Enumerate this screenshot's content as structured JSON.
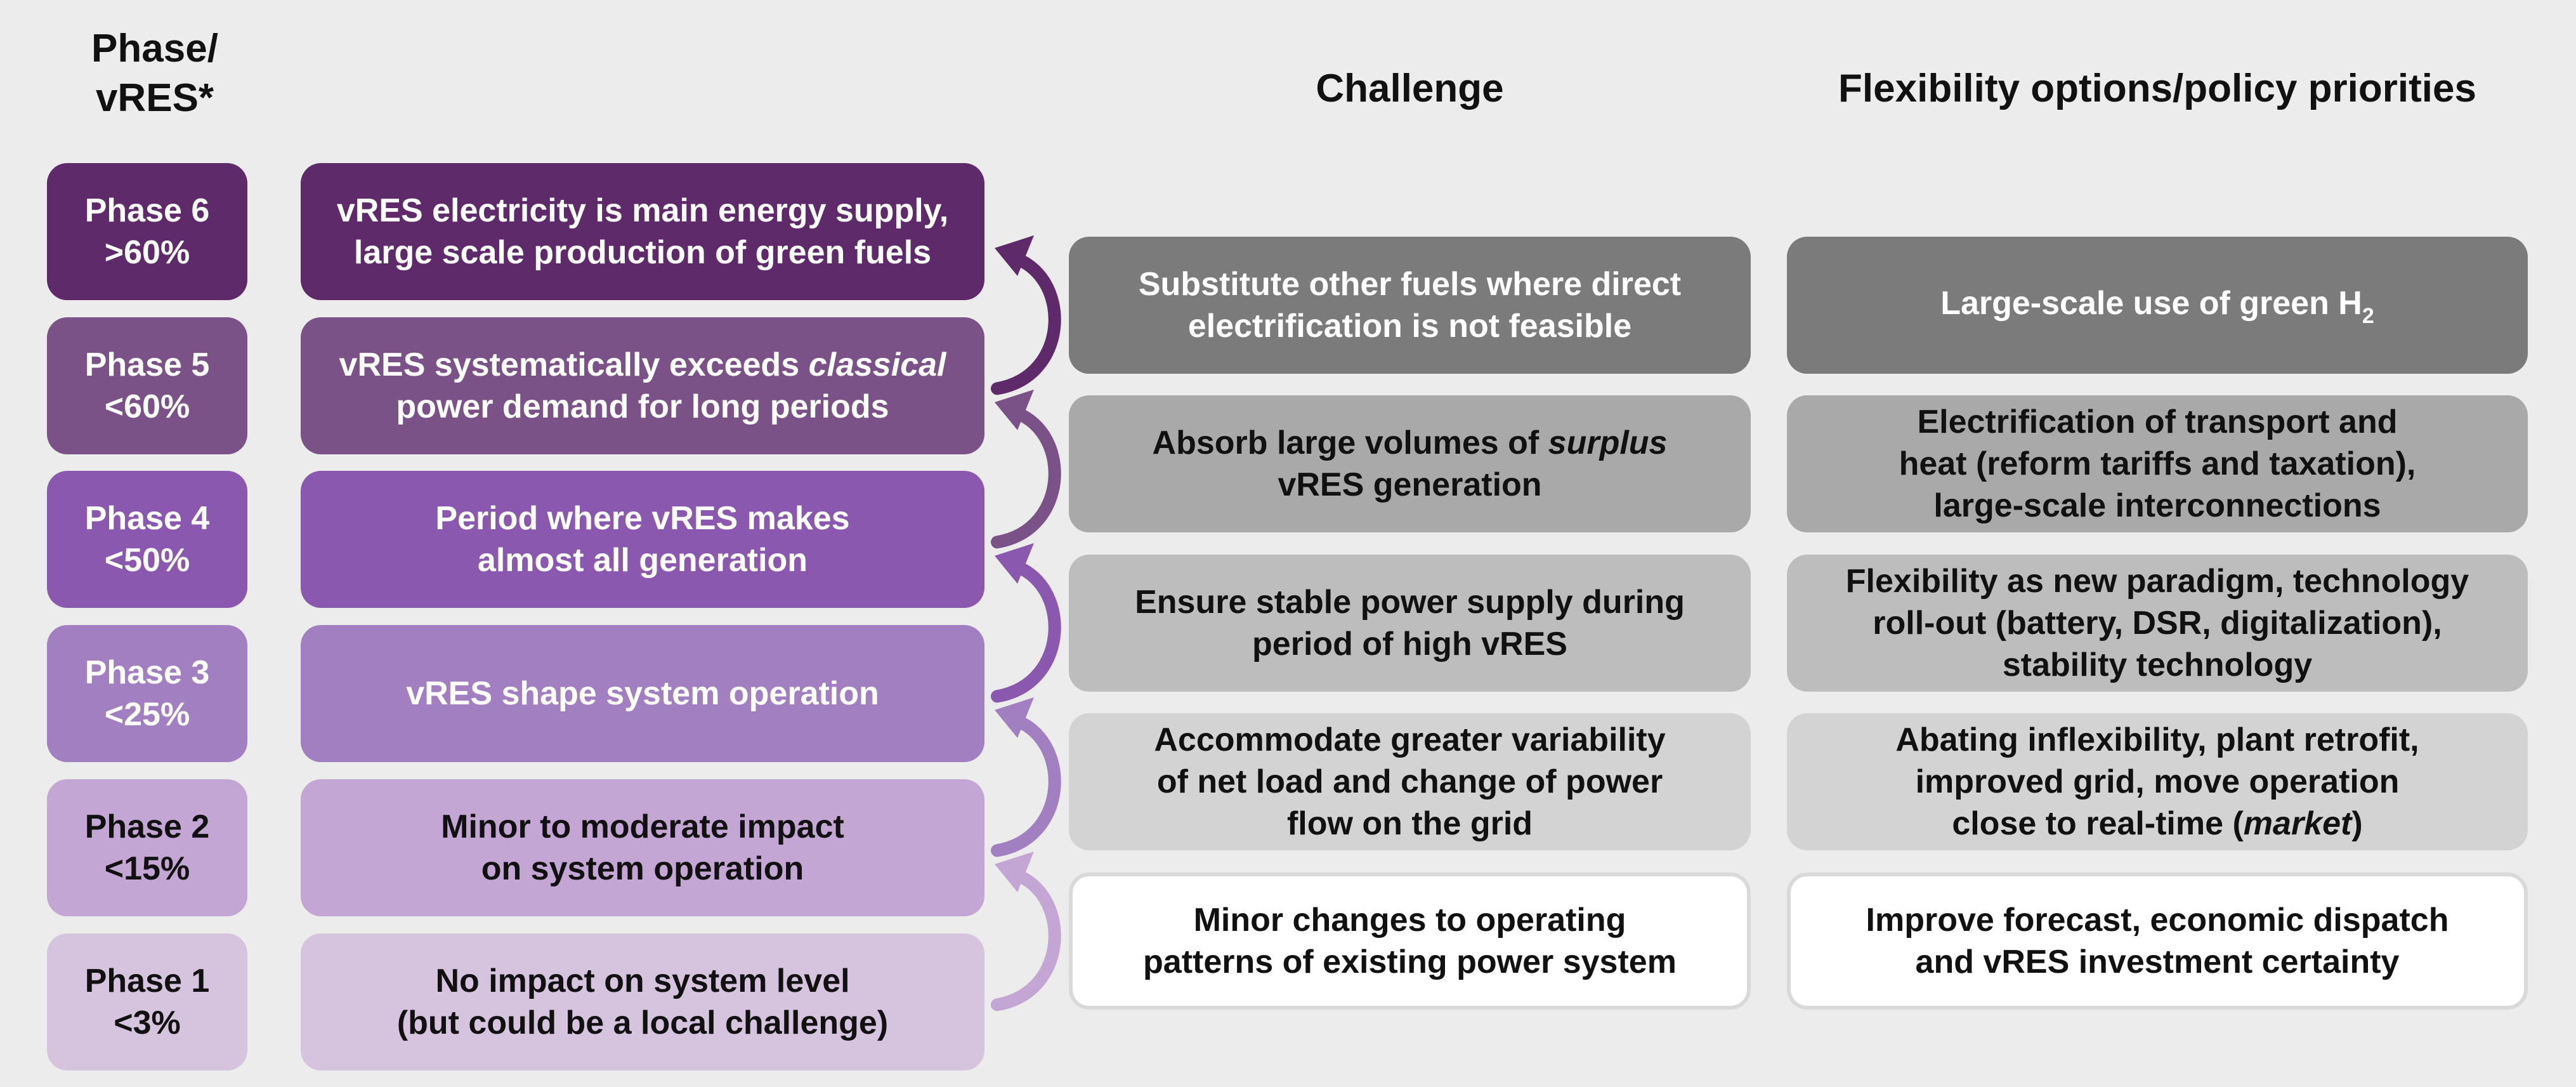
{
  "headers": {
    "phase": "Phase/\nvRES*",
    "challenge": "Challenge",
    "flexibility": "Flexibility options/policy priorities"
  },
  "phases": [
    {
      "label": "Phase 6\n>60%",
      "color": "#5e2a6a",
      "text_color": "#ffffff"
    },
    {
      "label": "Phase 5\n<60%",
      "color": "#7a5287",
      "text_color": "#ffffff"
    },
    {
      "label": "Phase 4\n<50%",
      "color": "#8b58b0",
      "text_color": "#ffffff"
    },
    {
      "label": "Phase 3\n<25%",
      "color": "#a17fc0",
      "text_color": "#ffffff"
    },
    {
      "label": "Phase 2\n<15%",
      "color": "#c4a6d4",
      "text_color": "#111111"
    },
    {
      "label": "Phase 1\n<3%",
      "color": "#d6c4df",
      "text_color": "#111111"
    }
  ],
  "descriptions": [
    {
      "line1": "vRES electricity is main energy supply,",
      "line2": "large scale production of green fuels"
    },
    {
      "line1_pre": "vRES systematically exceeds ",
      "line1_em": "classical",
      "line2": "power demand for long periods"
    },
    {
      "line1": "Period where vRES makes",
      "line2": "almost all generation"
    },
    {
      "line1": "vRES shape system operation",
      "line2": ""
    },
    {
      "line1": "Minor to moderate impact",
      "line2": "on system operation"
    },
    {
      "line1": "No impact on system level",
      "line2": "(but could be a local challenge)"
    }
  ],
  "challenges": [
    {
      "line1": "Substitute other fuels where direct",
      "line2": "electrification is not feasible",
      "color": "#7b7b7b",
      "text_color": "#ffffff"
    },
    {
      "line1_pre": "Absorb large volumes of ",
      "line1_em": "surplus",
      "line2": "vRES generation",
      "color": "#a9a9a9",
      "text_color": "#111111"
    },
    {
      "line1": "Ensure stable power supply during",
      "line2": "period of high vRES",
      "color": "#bdbdbd",
      "text_color": "#111111"
    },
    {
      "line1": "Accommodate greater variability",
      "line2": "of net load and change of power",
      "line3": "flow on the grid",
      "color": "#d3d3d3",
      "text_color": "#111111"
    },
    {
      "line1": "Minor changes to operating",
      "line2": "patterns of existing power system",
      "color": "#ffffff",
      "text_color": "#111111"
    }
  ],
  "flexibility": [
    {
      "pre": "Large-scale use of green H",
      "sub": "2",
      "color": "#7b7b7b",
      "text_color": "#ffffff"
    },
    {
      "line1": "Electrification of transport and",
      "line2": "heat (reform tariffs and taxation),",
      "line3": "large-scale interconnections",
      "color": "#a9a9a9",
      "text_color": "#111111"
    },
    {
      "line1": "Flexibility as new paradigm, technology",
      "line2": "roll-out (battery, DSR, digitalization),",
      "line3": "stability technology",
      "color": "#bdbdbd",
      "text_color": "#111111"
    },
    {
      "line1": "Abating inflexibility, plant retrofit,",
      "line2": "improved grid, move operation",
      "line3_pre": "close to real-time (",
      "line3_em": "market",
      "line3_post": ")",
      "color": "#d3d3d3",
      "text_color": "#111111"
    },
    {
      "line1": "Improve forecast, economic dispatch",
      "line2": "and vRES investment certainty",
      "color": "#ffffff",
      "text_color": "#111111"
    }
  ],
  "arrow_colors": [
    "#5e2a6a",
    "#7a5287",
    "#8b58b0",
    "#a17fc0",
    "#c4a6d4"
  ]
}
